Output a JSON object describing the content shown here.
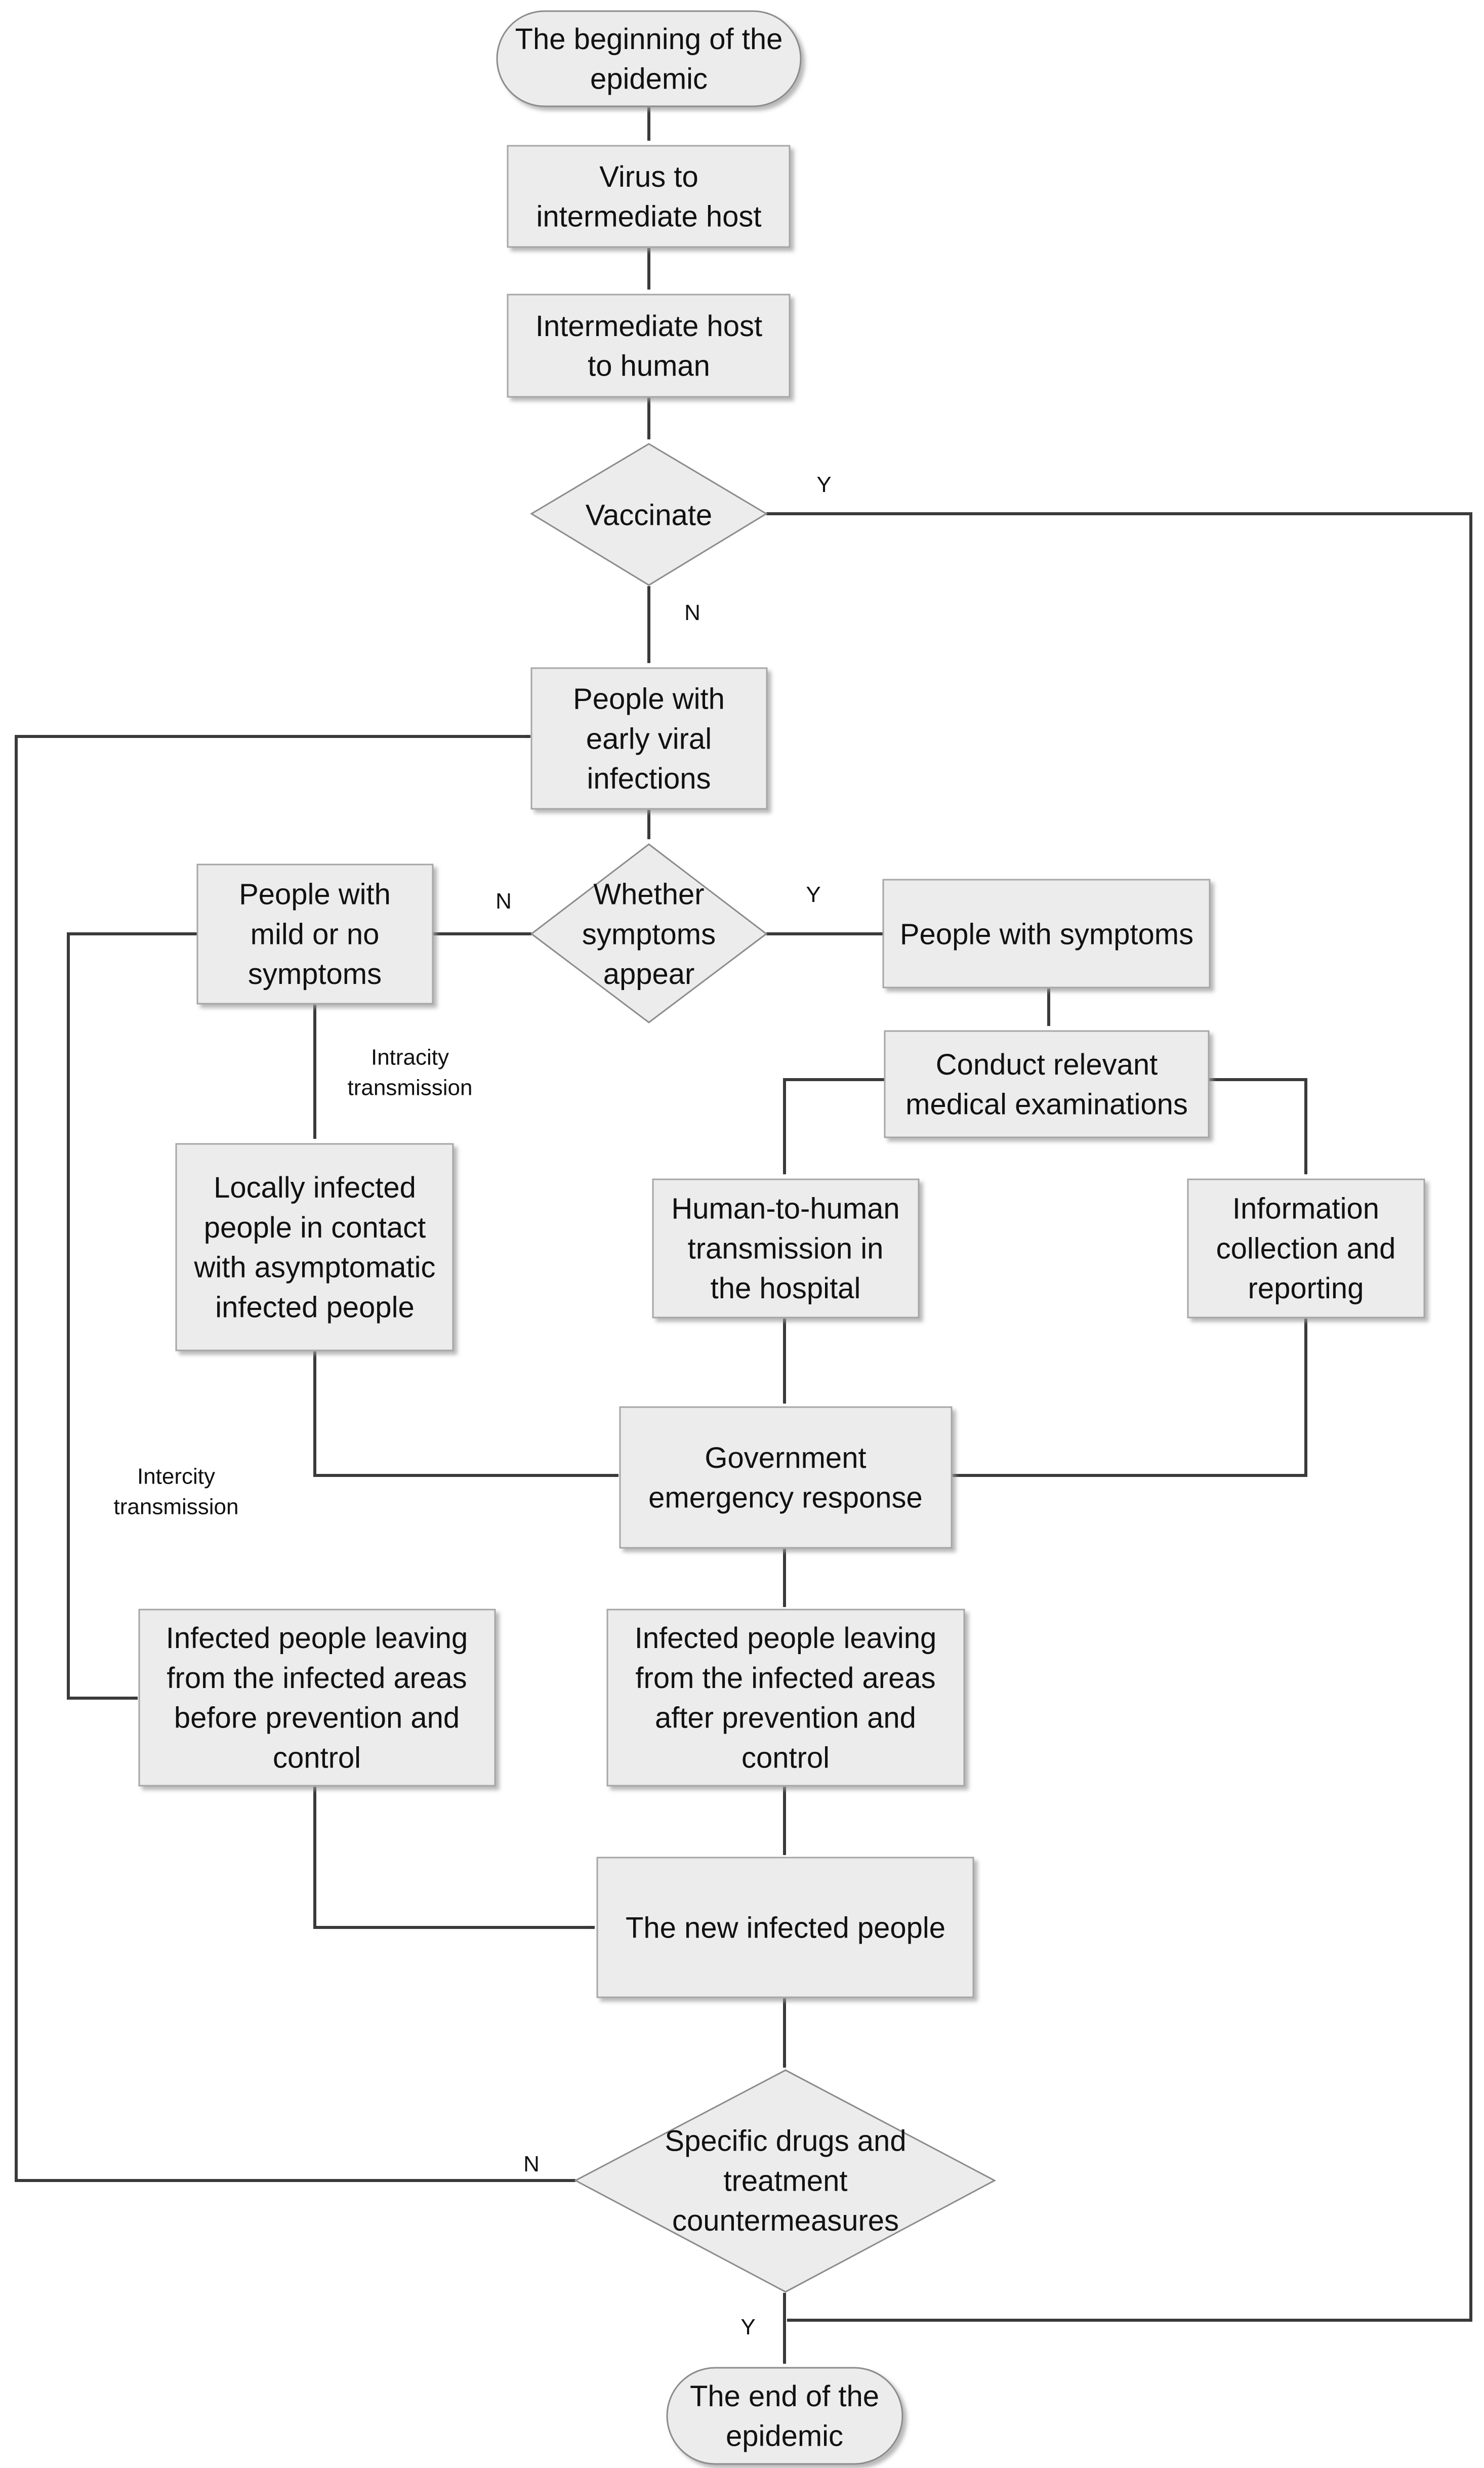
{
  "nodes": {
    "start": [
      "The beginning of the",
      "epidemic"
    ],
    "virus": [
      "Virus to",
      "intermediate host"
    ],
    "host_human": [
      "Intermediate host",
      "to human"
    ],
    "vaccinate": [
      "Vaccinate"
    ],
    "early": [
      "People with",
      "early viral",
      "infections"
    ],
    "symptoms_q": [
      "Whether",
      "symptoms",
      "appear"
    ],
    "mild": [
      "People with",
      "mild or no",
      "symptoms"
    ],
    "with_sym": [
      "People with symptoms"
    ],
    "exam": [
      "Conduct relevant",
      "medical examinations"
    ],
    "local": [
      "Locally infected",
      "people in contact",
      "with asymptomatic",
      "infected people"
    ],
    "h2h": [
      "Human-to-human",
      "transmission in",
      "the hospital"
    ],
    "info": [
      "Information",
      "collection and",
      "reporting"
    ],
    "gov": [
      "Government",
      "emergency response"
    ],
    "leave_before": [
      "Infected people leaving",
      "from the infected areas",
      "before prevention and",
      "control"
    ],
    "leave_after": [
      "Infected people leaving",
      "from the infected areas",
      "after prevention and",
      "control"
    ],
    "new_inf": [
      "The new infected people"
    ],
    "drugs": [
      "Specific drugs and",
      "treatment",
      "countermeasures"
    ],
    "end": [
      "The end of the",
      "epidemic"
    ]
  },
  "edge_labels": {
    "vaccinate_yes": "Y",
    "vaccinate_no": "N",
    "symptoms_no": "N",
    "symptoms_yes": "Y",
    "intracity": [
      "Intracity",
      "transmission"
    ],
    "intercity": [
      "Intercity",
      "transmission"
    ],
    "drugs_no": "N",
    "drugs_yes": "Y"
  }
}
